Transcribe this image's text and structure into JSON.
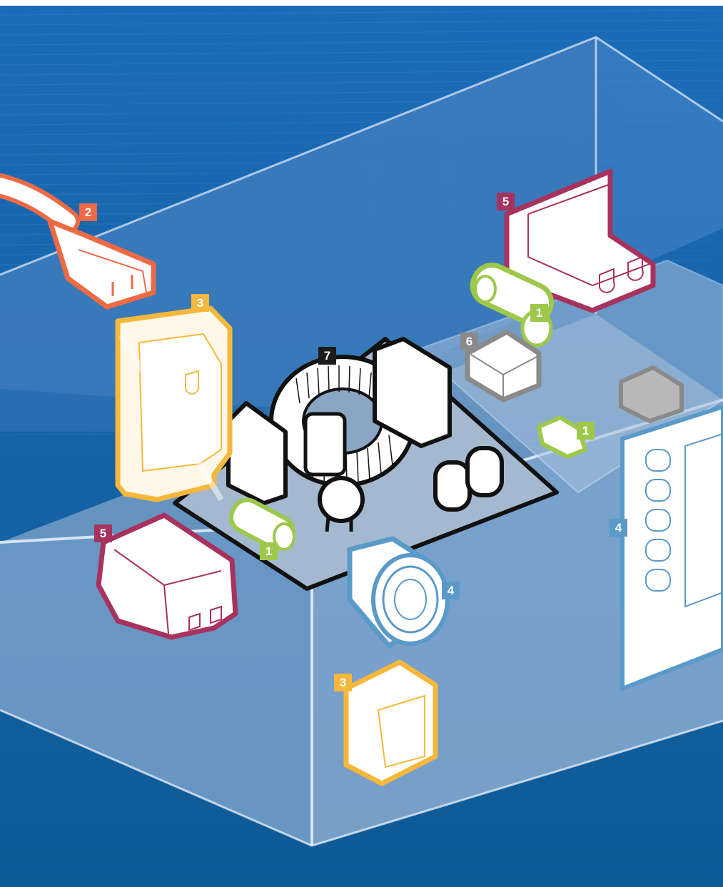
{
  "colors": {
    "background_top": "#1a6bb5",
    "background_bottom": "#0d5a96",
    "green": "#9dc84a",
    "orange": "#ee6a45",
    "yellow": "#f5b83c",
    "blue": "#5a9ac8",
    "maroon": "#a8325e",
    "gray": "#8a8a8a",
    "black": "#1b1b1b"
  },
  "callouts": [
    {
      "label": "1",
      "color": "#9dc84a",
      "icon": "fuse-holder-icon"
    },
    {
      "label": "1",
      "color": "#9dc84a",
      "icon": "fuse-holder-icon"
    },
    {
      "label": "1",
      "color": "#9dc84a",
      "icon": "small-fuse-icon"
    },
    {
      "label": "2",
      "color": "#ee6a45",
      "icon": "power-cord-connector-icon"
    },
    {
      "label": "3",
      "color": "#f5b83c",
      "icon": "rocker-switch-icon"
    },
    {
      "label": "3",
      "color": "#f5b83c",
      "icon": "rocker-switch-icon"
    },
    {
      "label": "4",
      "color": "#5a9ac8",
      "icon": "push-button-icon"
    },
    {
      "label": "4",
      "color": "#5a9ac8",
      "icon": "front-panel-icon"
    },
    {
      "label": "5",
      "color": "#a8325e",
      "icon": "power-outlet-icon"
    },
    {
      "label": "5",
      "color": "#a8325e",
      "icon": "power-inlet-icon"
    },
    {
      "label": "6",
      "color": "#8a8a8a",
      "icon": "relay-icon"
    },
    {
      "label": "7",
      "color": "#1b1b1b",
      "icon": "toroidal-transformer-icon"
    }
  ]
}
